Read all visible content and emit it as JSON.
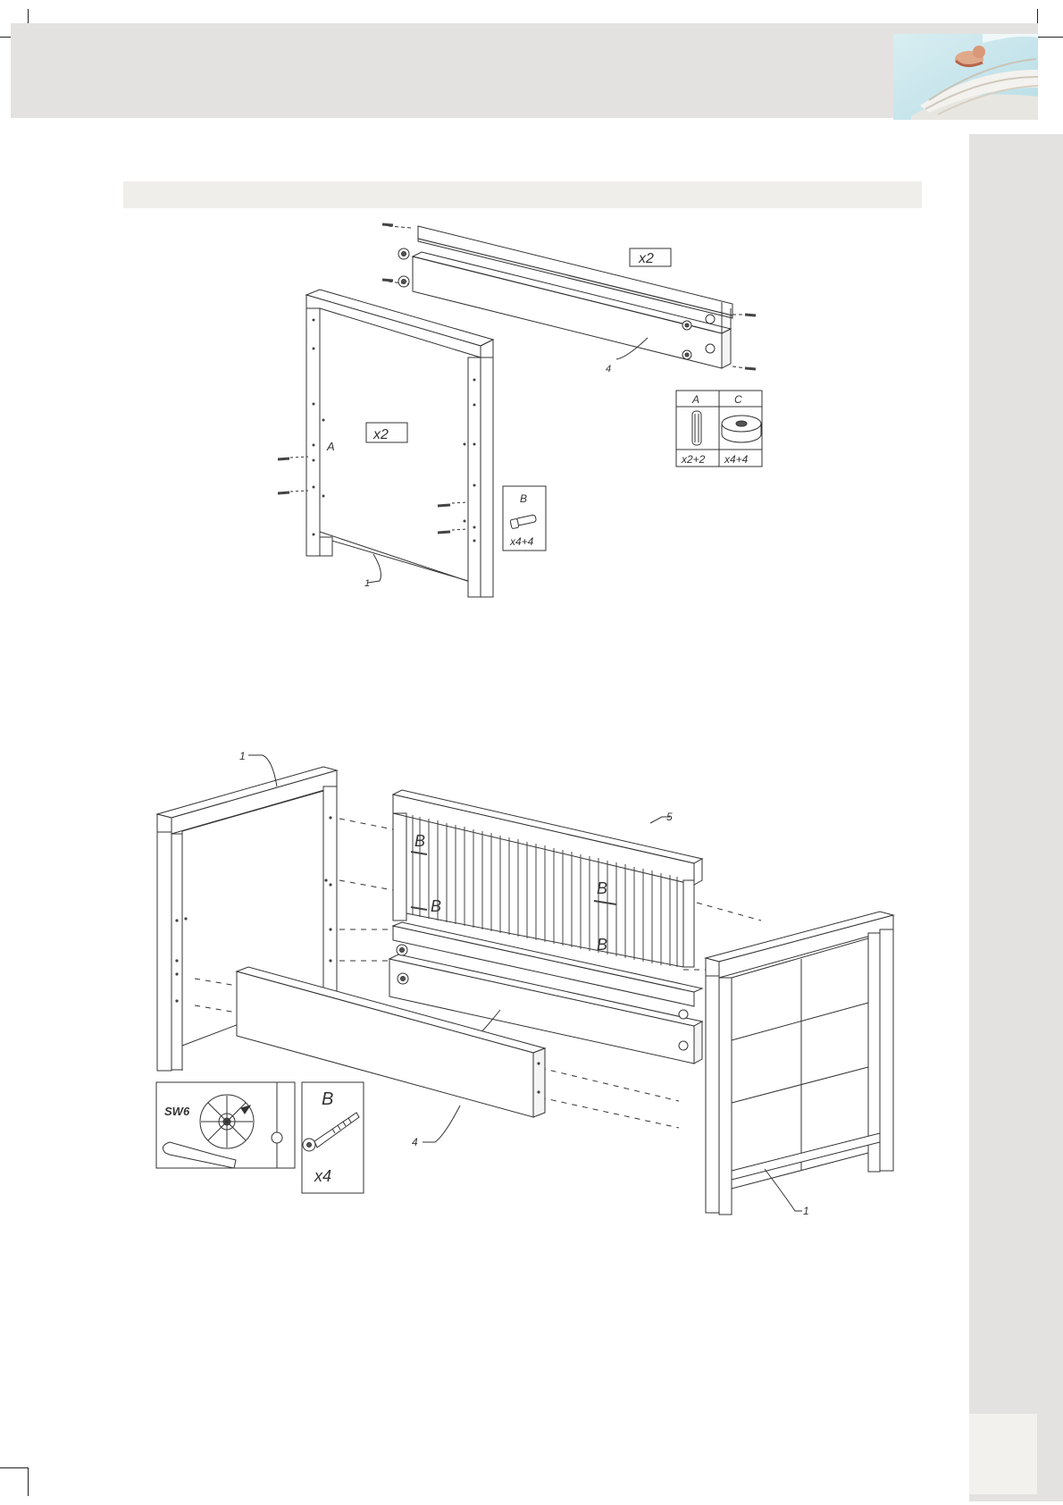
{
  "header": {
    "photo_icon": "sleeping-baby-photo"
  },
  "step1": {
    "qty_side_rails": "x2",
    "qty_end_panels": "x2",
    "part_side_rail": "4",
    "part_end_panel": "1",
    "part_dowel": "A",
    "fittings": {
      "dowel": {
        "label": "A",
        "qty": "x2+2",
        "icon": "wooden-dowel-icon"
      },
      "cam_lock": {
        "label": "C",
        "qty": "x4+4",
        "icon": "cam-lock-icon"
      },
      "bolt": {
        "label": "B",
        "qty": "x4+4",
        "icon": "connector-bolt-icon"
      }
    }
  },
  "step2": {
    "part_left_end": "1",
    "part_right_end": "1",
    "part_rail_upper": "4",
    "part_rail_lower": "4",
    "part_slatted_side": "5",
    "bolt_labels": [
      "B",
      "B",
      "B",
      "B"
    ],
    "tool": {
      "label": "SW6",
      "icon": "allen-key-icon"
    },
    "bolt_box": {
      "label": "B",
      "qty": "x4",
      "icon": "connector-bolt-icon"
    }
  }
}
